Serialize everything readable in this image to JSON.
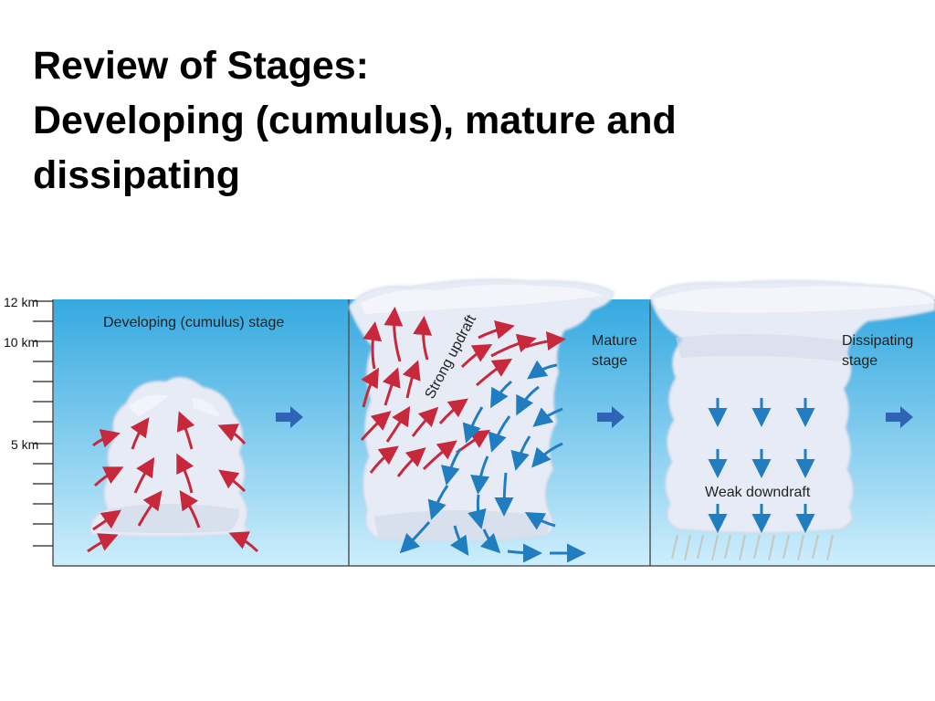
{
  "title": {
    "line1": "Review of Stages:",
    "line2": "Developing (cumulus), mature and",
    "line3": "dissipating"
  },
  "diagram": {
    "axis": {
      "labels": [
        "12 km",
        "10 km",
        "5 km"
      ]
    },
    "panels": [
      {
        "label_lines": [
          "Developing (cumulus) stage"
        ]
      },
      {
        "label_lines": [
          "Mature",
          "stage"
        ],
        "annotation": "Strong updraft"
      },
      {
        "label_lines": [
          "Dissipating",
          "stage"
        ],
        "annotation": "Weak downdraft"
      }
    ],
    "colors": {
      "sky_top": "#35a9e0",
      "sky_bottom": "#cdeefc",
      "updraft": "#c8283c",
      "downdraft": "#1f7dc0",
      "transition_arrow": "#2f63b3",
      "cloud": "#e8edf6"
    }
  }
}
